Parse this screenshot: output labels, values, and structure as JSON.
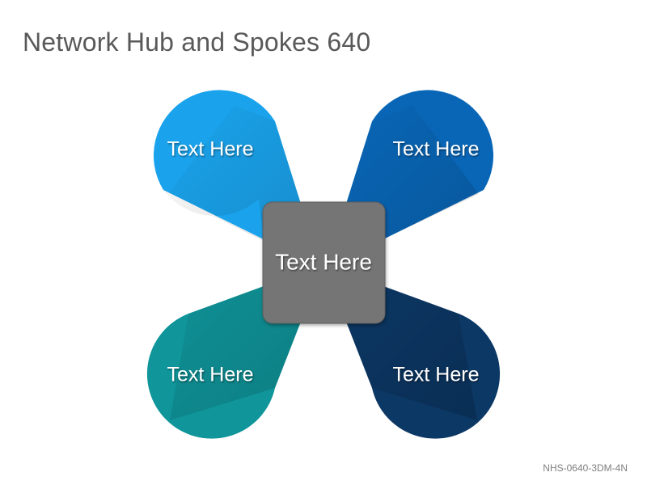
{
  "title": "Network Hub and Spokes 640",
  "footer_code": "NHS-0640-3DM-4N",
  "hub": {
    "label": "Text Here",
    "color": "#757575"
  },
  "spokes": [
    {
      "id": "top-left",
      "label": "Text Here",
      "color": "#1aa3ec"
    },
    {
      "id": "top-right",
      "label": "Text Here",
      "color": "#0966b6"
    },
    {
      "id": "bottom-left",
      "label": "Text Here",
      "color": "#0f959a"
    },
    {
      "id": "bottom-right",
      "label": "Text Here",
      "color": "#0c3866"
    }
  ]
}
